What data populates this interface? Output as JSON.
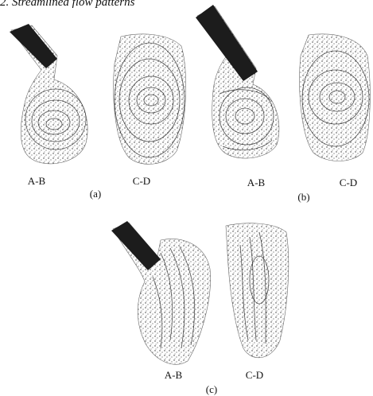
{
  "heading": "2. Streamlined flow patterns",
  "groups": [
    {
      "id": "a",
      "label": "(a)",
      "panels": [
        "A-B",
        "C-D"
      ]
    },
    {
      "id": "b",
      "label": "(b)",
      "panels": [
        "A-B",
        "C-D"
      ]
    },
    {
      "id": "c",
      "label": "(c)",
      "panels": [
        "A-B",
        "C-D"
      ]
    }
  ]
}
